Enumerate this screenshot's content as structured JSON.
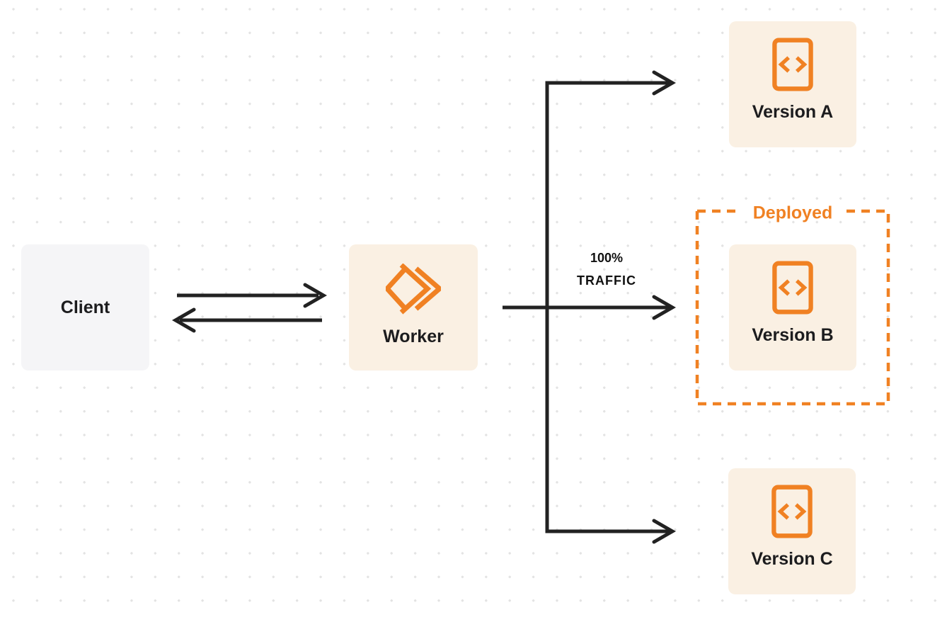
{
  "colors": {
    "accent_orange": "#F08123",
    "line_dark": "#222222",
    "node_cream_bg": "#FAF0E3",
    "client_gray_bg": "#F5F5F7",
    "text_dark": "#1C1C1E",
    "dot_grid": "#E3E3E3"
  },
  "nodes": {
    "client": {
      "label": "Client"
    },
    "worker": {
      "label": "Worker",
      "icon": "workers-double-chevron-icon"
    },
    "version_a": {
      "label": "Version A",
      "icon": "code-file-icon"
    },
    "version_b": {
      "label": "Version B",
      "icon": "code-file-icon"
    },
    "version_c": {
      "label": "Version C",
      "icon": "code-file-icon"
    }
  },
  "annotations": {
    "deployed": {
      "label": "Deployed"
    },
    "traffic": {
      "line1": "100%",
      "line2": "TRAFFIC"
    }
  }
}
